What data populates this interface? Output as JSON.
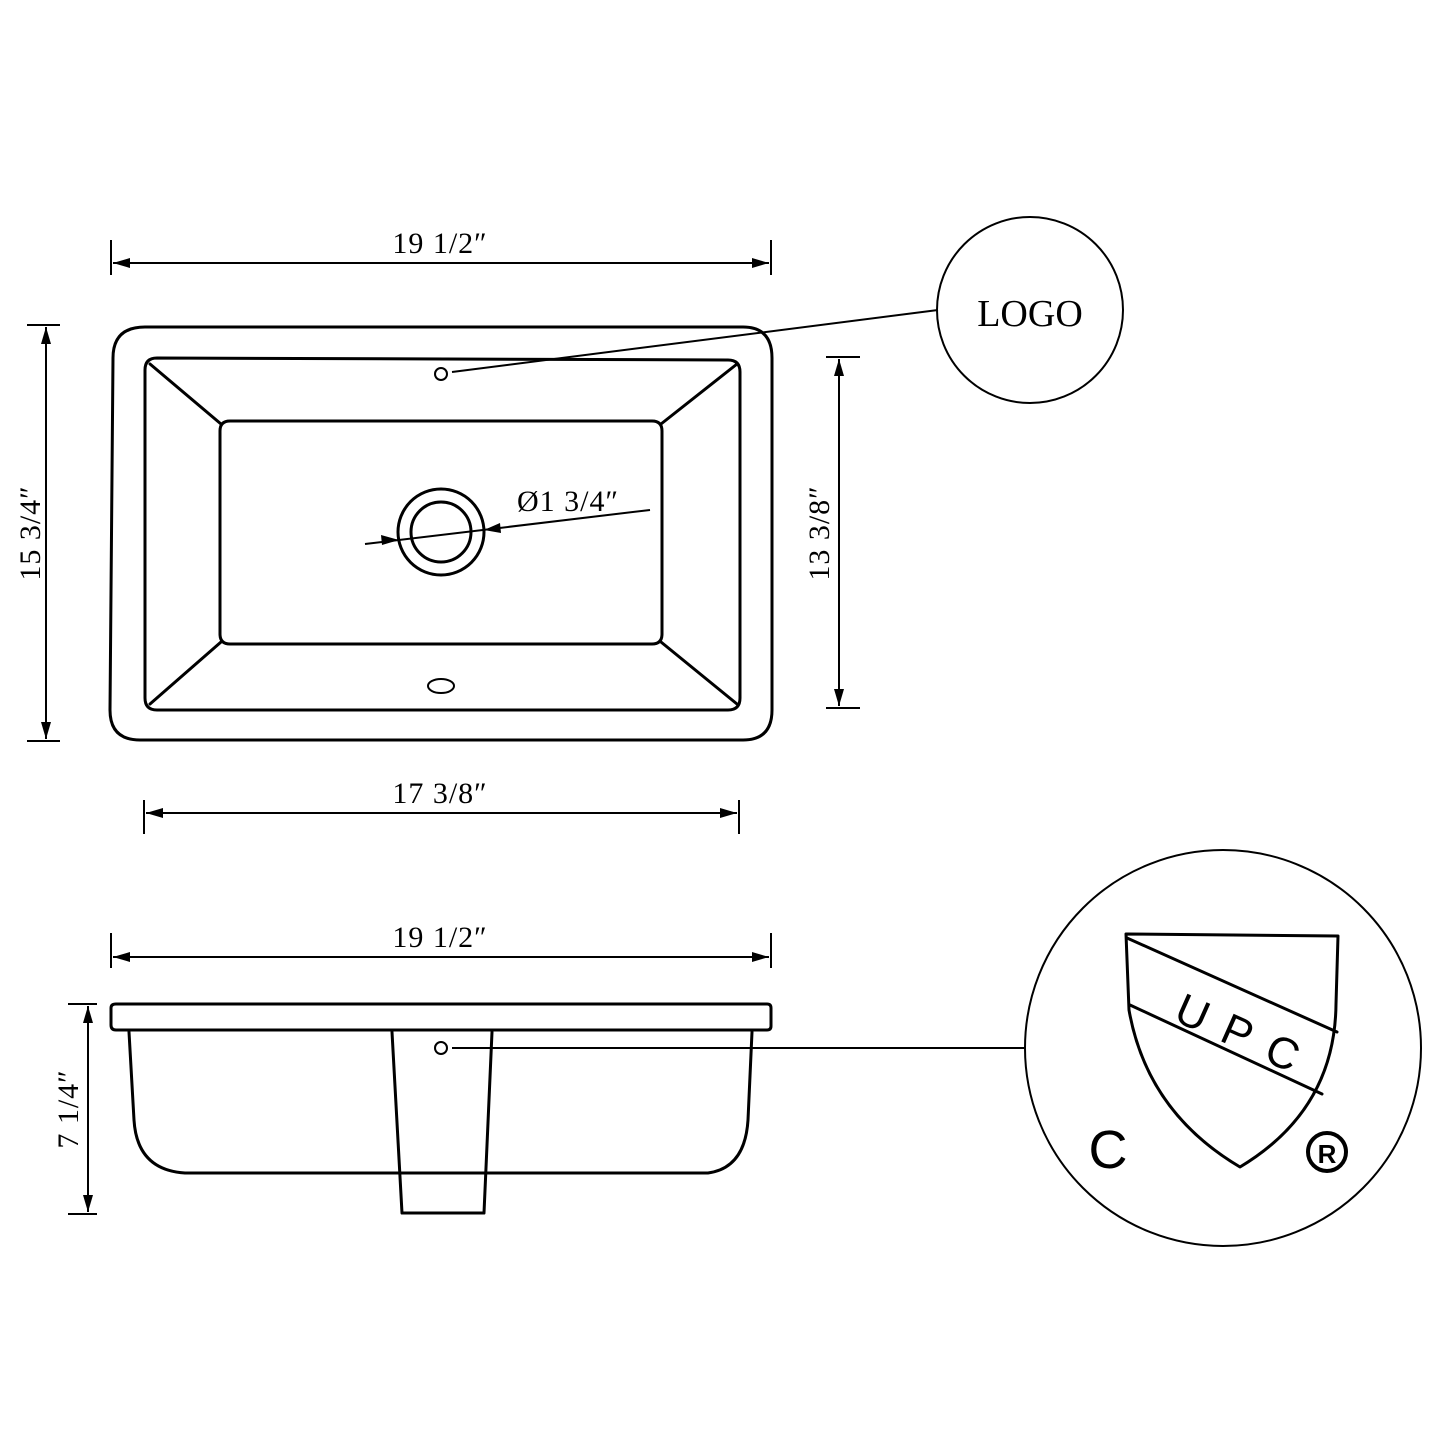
{
  "top_view": {
    "overall_width": "19  1/2″",
    "overall_depth": "15  3/4″",
    "bowl_width": "17  3/8″",
    "bowl_depth": "13  3/8″",
    "drain_diameter": "Ø1  3/4″"
  },
  "callout": {
    "logo_label": "LOGO"
  },
  "side_view": {
    "overall_width": "19  1/2″",
    "height": "7  1/4″"
  },
  "certification_mark": {
    "letters": [
      "U",
      "P",
      "C"
    ],
    "left_mark": "C",
    "right_mark": "®"
  }
}
